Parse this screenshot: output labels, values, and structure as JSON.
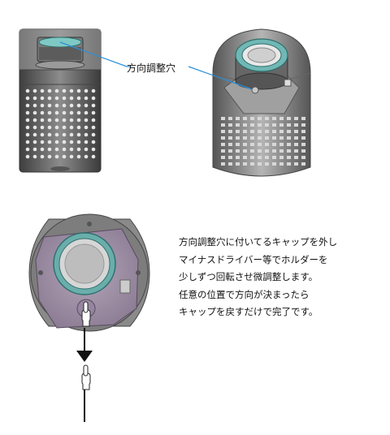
{
  "callout": {
    "label": "方向調整穴"
  },
  "description": {
    "lines": [
      "方向調整穴に付いてるキャップを外し",
      "マイナスドライバー等でホルダーを",
      "少しずつ回転させ微調整します。",
      "任意の位置で方向が決まったら",
      "キャップを戻すだけで完了です。"
    ]
  },
  "colors": {
    "callout_line": "#2a8fd8",
    "housing": "#6e6e6e",
    "plate": "#9a8aa3",
    "ring": "#5fa6a4"
  },
  "icons": [
    "pointing-hand-icon",
    "down-arrow-icon"
  ]
}
